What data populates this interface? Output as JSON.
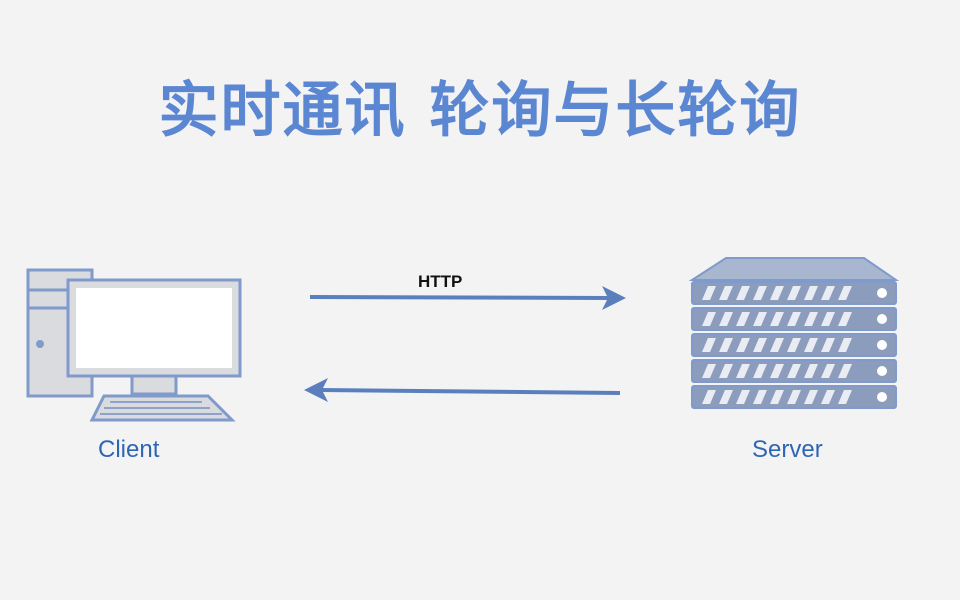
{
  "title": "实时通讯 轮询与长轮询",
  "protocol_label": "HTTP",
  "client": {
    "label": "Client",
    "icon": "desktop-computer-icon"
  },
  "server": {
    "label": "Server",
    "icon": "server-rack-icon"
  },
  "colors": {
    "title": "#5b86d2",
    "device": "#7f9acb",
    "device_fill": "#d9dbdf",
    "arrow": "#5b7fbd",
    "label": "#2f66b3",
    "background": "#f3f3f4"
  }
}
